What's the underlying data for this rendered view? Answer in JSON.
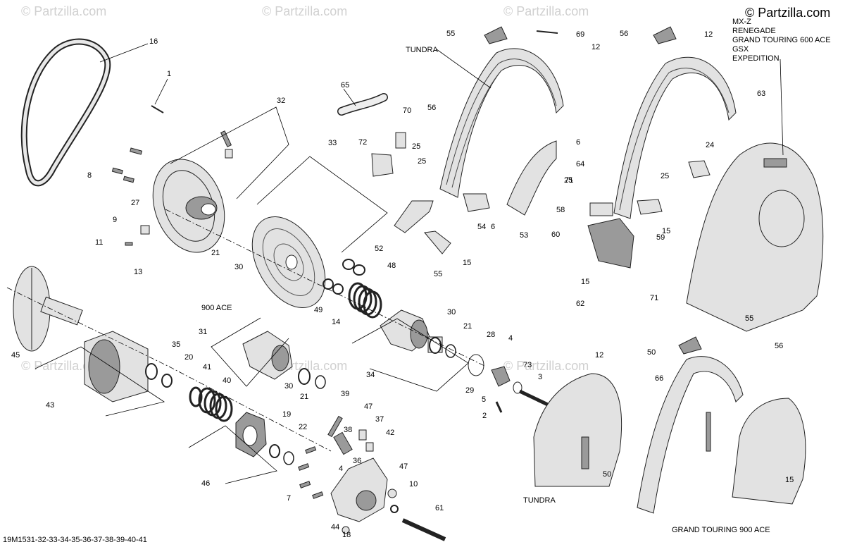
{
  "watermarks": [
    "© Partzilla.com",
    "© Partzilla.com",
    "© Partzilla.com",
    "© Partzilla.com",
    "© Partzilla.com",
    "© Partzilla.com"
  ],
  "copyright": "© Partzilla.com",
  "diagram_code": "19M1531-32-33-34-35-36-37-38-39-40-41",
  "model_titles": {
    "tundra_top": "TUNDRA",
    "mxz_group": [
      "MX-Z",
      "RENEGADE",
      "GRAND TOURING 600 ACE",
      "GSX",
      "EXPEDITION"
    ],
    "ace900": "900 ACE",
    "tundra_bottom": "TUNDRA",
    "gt900": "GRAND TOURING 900 ACE"
  },
  "callouts": [
    "16",
    "1",
    "32",
    "8",
    "27",
    "9",
    "11",
    "13",
    "21",
    "30",
    "33",
    "48",
    "49",
    "14",
    "45",
    "43",
    "35",
    "20",
    "41",
    "40",
    "31",
    "30",
    "21",
    "34",
    "30",
    "21",
    "28",
    "4",
    "29",
    "5",
    "2",
    "73",
    "3",
    "39",
    "47",
    "37",
    "42",
    "38",
    "36",
    "4",
    "19",
    "22",
    "46",
    "7",
    "44",
    "18",
    "47",
    "10",
    "61",
    "65",
    "70",
    "72",
    "25",
    "25",
    "56",
    "55",
    "69",
    "12",
    "6",
    "64",
    "25",
    "54",
    "6",
    "53",
    "52",
    "15",
    "55",
    "56",
    "12",
    "63",
    "24",
    "25",
    "71",
    "58",
    "59",
    "15",
    "60",
    "71",
    "15",
    "62",
    "55",
    "50",
    "12",
    "56",
    "66",
    "50",
    "15"
  ]
}
